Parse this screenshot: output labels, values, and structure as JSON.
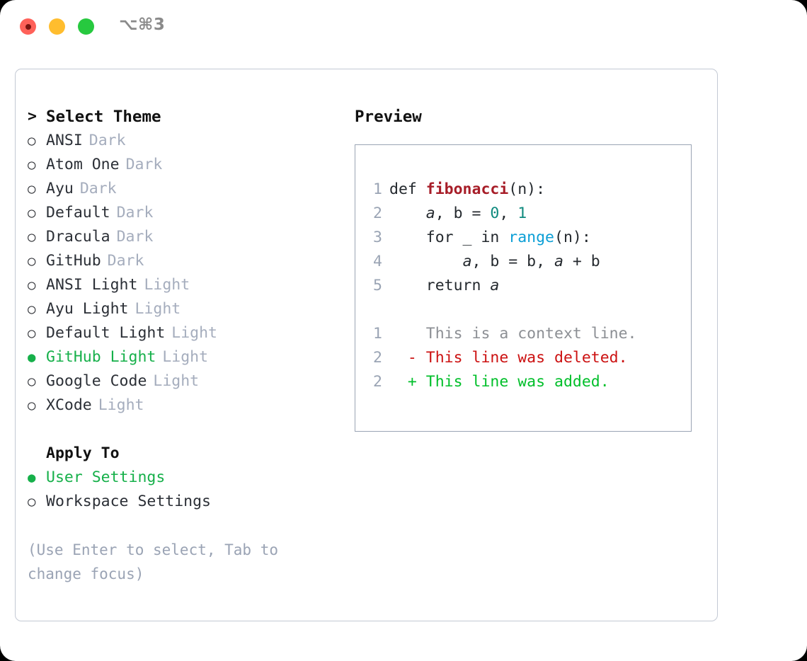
{
  "titlebar": {
    "shortcut": "⌥⌘3",
    "lights": [
      {
        "name": "close",
        "color": "#ff6159"
      },
      {
        "name": "minimize",
        "color": "#ffbd2e"
      },
      {
        "name": "zoom",
        "color": "#27c93f"
      }
    ]
  },
  "theme_picker": {
    "heading": "Select Theme",
    "caret": ">",
    "radio_off": "○",
    "radio_on": "●",
    "items": [
      {
        "label": "ANSI",
        "variant": "Dark",
        "selected": false
      },
      {
        "label": "Atom One",
        "variant": "Dark",
        "selected": false
      },
      {
        "label": "Ayu",
        "variant": "Dark",
        "selected": false
      },
      {
        "label": "Default",
        "variant": "Dark",
        "selected": false
      },
      {
        "label": "Dracula",
        "variant": "Dark",
        "selected": false
      },
      {
        "label": "GitHub",
        "variant": "Dark",
        "selected": false
      },
      {
        "label": "ANSI Light",
        "variant": "Light",
        "selected": false
      },
      {
        "label": "Ayu Light",
        "variant": "Light",
        "selected": false
      },
      {
        "label": "Default Light",
        "variant": "Light",
        "selected": false
      },
      {
        "label": "GitHub Light",
        "variant": "Light",
        "selected": true
      },
      {
        "label": "Google Code",
        "variant": "Light",
        "selected": false
      },
      {
        "label": "XCode",
        "variant": "Light",
        "selected": false
      }
    ]
  },
  "apply_to": {
    "heading": "Apply To",
    "items": [
      {
        "label": "User Settings",
        "selected": true
      },
      {
        "label": "Workspace Settings",
        "selected": false
      }
    ]
  },
  "hint": "(Use Enter to select, Tab to change focus)",
  "preview": {
    "title": "Preview",
    "code_lines": [
      {
        "num": "1",
        "segments": [
          {
            "t": "def ",
            "k": "plain"
          },
          {
            "t": "fibonacci",
            "k": "fn"
          },
          {
            "t": "(n):",
            "k": "plain"
          }
        ]
      },
      {
        "num": "2",
        "segments": [
          {
            "t": "    ",
            "k": "plain"
          },
          {
            "t": "a",
            "k": "var"
          },
          {
            "t": ", ",
            "k": "plain"
          },
          {
            "t": "b",
            "k": "plain"
          },
          {
            "t": " = ",
            "k": "plain"
          },
          {
            "t": "0",
            "k": "num"
          },
          {
            "t": ", ",
            "k": "plain"
          },
          {
            "t": "1",
            "k": "num"
          }
        ]
      },
      {
        "num": "3",
        "segments": [
          {
            "t": "    for _ in ",
            "k": "plain"
          },
          {
            "t": "range",
            "k": "bi"
          },
          {
            "t": "(n):",
            "k": "plain"
          }
        ]
      },
      {
        "num": "4",
        "segments": [
          {
            "t": "        ",
            "k": "plain"
          },
          {
            "t": "a",
            "k": "var"
          },
          {
            "t": ", b = b, ",
            "k": "plain"
          },
          {
            "t": "a",
            "k": "var"
          },
          {
            "t": " + b",
            "k": "plain"
          }
        ]
      },
      {
        "num": "5",
        "segments": [
          {
            "t": "    return ",
            "k": "plain"
          },
          {
            "t": "a",
            "k": "var"
          }
        ]
      }
    ],
    "diff_lines": [
      {
        "num": "1",
        "marker": " ",
        "text": " This is a context line.",
        "kind": "context"
      },
      {
        "num": "2",
        "marker": "-",
        "text": " This line was deleted.",
        "kind": "deleted"
      },
      {
        "num": "2",
        "marker": "+",
        "text": " This line was added.",
        "kind": "added"
      }
    ]
  },
  "colors": {
    "accent_green": "#16b04a",
    "variant_gray": "#a5adbd",
    "hint_gray": "#9aa3b4",
    "panel_border": "#c3c9d4",
    "code_border": "#9aa4b4",
    "diff_context": "#8c8f94",
    "diff_deleted": "#cc1111",
    "diff_added": "#00bf2a",
    "fn_red": "#a71d28",
    "builtin_blue": "#0c9fd6",
    "number_teal": "#0f8a7e"
  }
}
